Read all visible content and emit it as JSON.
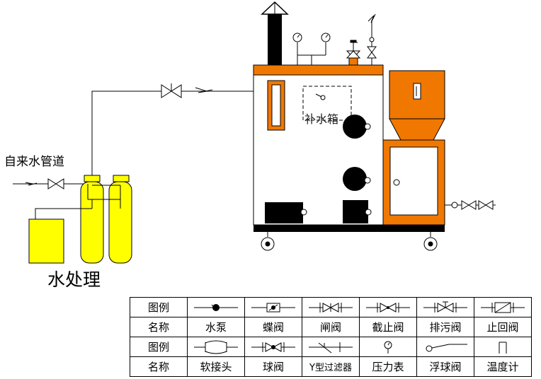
{
  "labels": {
    "inlet": "自来水管道",
    "water_treatment": "水处理",
    "makeup_tank": "补水箱"
  },
  "legend": {
    "rows": [
      {
        "header": "图例",
        "kind": "icons",
        "icons": [
          "pump-icon",
          "butterfly-valve-icon",
          "gate-valve-icon",
          "globe-valve-icon",
          "blowdown-valve-icon",
          "check-valve-icon"
        ]
      },
      {
        "header": "名称",
        "kind": "names",
        "names": [
          "水泵",
          "蝶阀",
          "闸阀",
          "截止阀",
          "排污阀",
          "止回阀"
        ]
      },
      {
        "header": "图例",
        "kind": "icons",
        "icons": [
          "flexible-joint-icon",
          "ball-valve-icon",
          "y-strainer-icon",
          "pressure-gauge-icon",
          "float-valve-icon",
          "thermometer-icon"
        ]
      },
      {
        "header": "名称",
        "kind": "names",
        "names": [
          "软接头",
          "球阀",
          "Y型过滤器",
          "压力表",
          "浮球阀",
          "温度计"
        ]
      }
    ]
  },
  "colors": {
    "boiler_orange": "#f07800",
    "softener_yellow": "#ffff00",
    "outline": "#000000"
  }
}
